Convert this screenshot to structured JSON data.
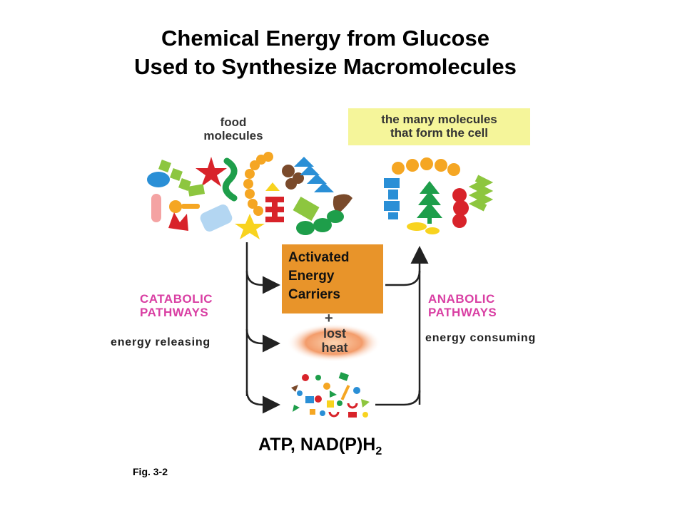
{
  "title": {
    "line1": "Chemical Energy from Glucose",
    "line2": "Used to Synthesize Macromolecules"
  },
  "diagram": {
    "food_label": "food\nmolecules",
    "cell_label": "the many molecules\nthat form the cell",
    "catabolic_label": "CATABOLIC\nPATHWAYS",
    "anabolic_label": "ANABOLIC\nPATHWAYS",
    "energy_releasing": "energy releasing",
    "energy_consuming": "energy consuming",
    "carriers_box": "Activated\nEnergy\nCarriers",
    "plus": "+",
    "heat_label": "lost\nheat",
    "atp_main": "ATP, NAD(P)H",
    "atp_sub": "2",
    "fig_label": "Fig. 3-2"
  },
  "colors": {
    "pathway_text": "#d93fa3",
    "carrier_box": "#e8942a",
    "cell_label_bg": "#f5f59a",
    "heat_glow": "#f39c6b",
    "arrow": "#222222"
  }
}
